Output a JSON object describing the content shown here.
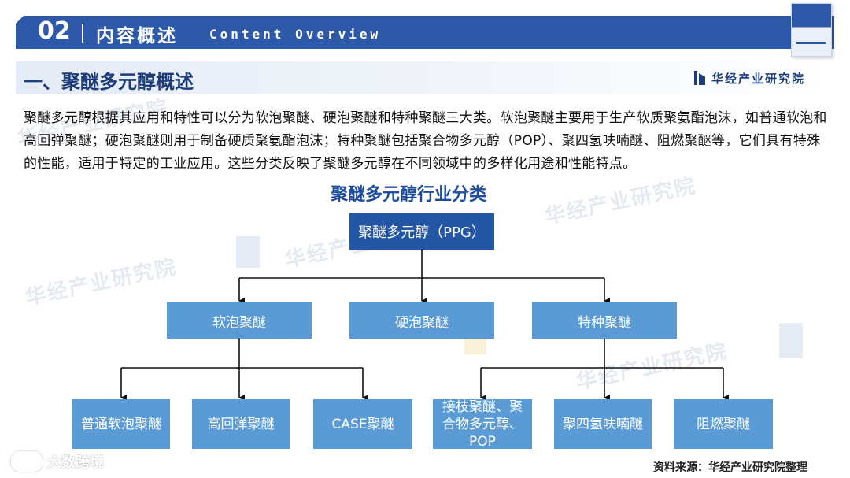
{
  "header": {
    "number": "02",
    "title_zh": "内容概述",
    "title_en": "Content Overview"
  },
  "section": {
    "title": "一、聚醚多元醇概述"
  },
  "brand": {
    "name": "华经产业研究院"
  },
  "watermark": {
    "text": "华经产业研究院"
  },
  "paragraph": "聚醚多元醇根据其应用和特性可以分为软泡聚醚、硬泡聚醚和特种聚醚三大类。软泡聚醚主要用于生产软质聚氨酯泡沫，如普通软泡和高回弹聚醚；硬泡聚醚则用于制备硬质聚氨酯泡沫；特种聚醚包括聚合物多元醇（POP）、聚四氢呋喃醚、阻燃聚醚等，它们具有特殊的性能，适用于特定的工业应用。这些分类反映了聚醚多元醇在不同领域中的多样化用途和性能特点。",
  "diagram": {
    "title": "聚醚多元醇行业分类",
    "root": "聚醚多元醇（PPG）",
    "level1": [
      "软泡聚醚",
      "硬泡聚醚",
      "特种聚醚"
    ],
    "level2": [
      "普通软泡聚醚",
      "高回弹聚醚",
      "CASE聚醚",
      "接枝聚醚、聚合物多元醇、POP",
      "聚四氢呋喃醚",
      "阻燃聚醚"
    ]
  },
  "source": "资料来源：华经产业研究院整理",
  "corner_logo": "大数跨境",
  "colors": {
    "header_blue": "#2e59a8",
    "root_node": "#2356a5",
    "child_node": "#5b9bd5",
    "title_blue": "#1f4d9c"
  }
}
